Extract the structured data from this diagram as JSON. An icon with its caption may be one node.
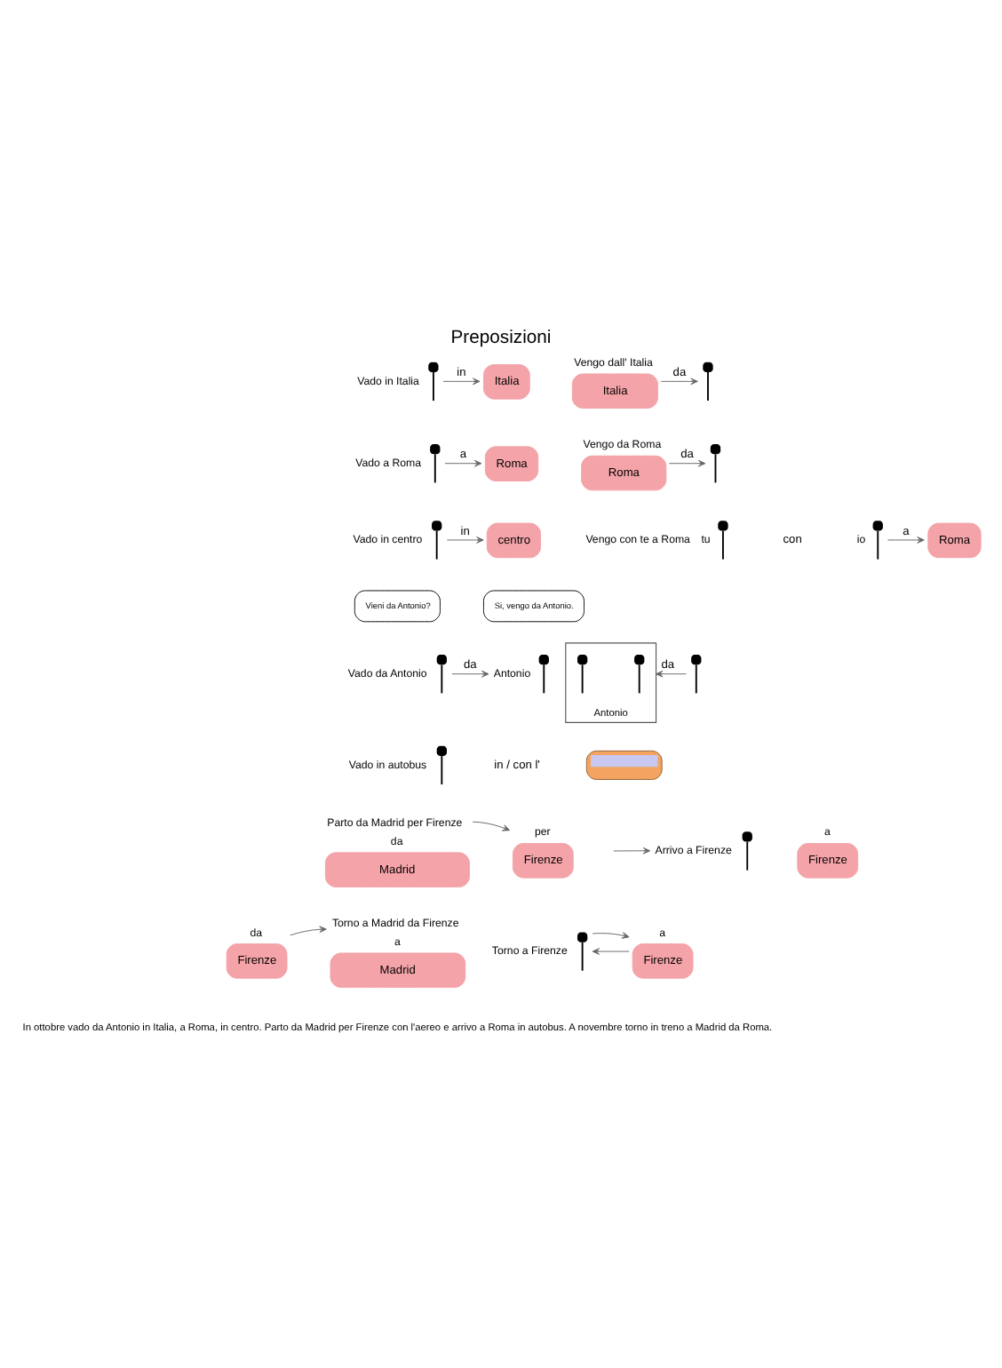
{
  "diagram": {
    "title": "Preposizioni",
    "caption": "In ottobre vado da Antonio in Italia, a Roma, in centro. Parto da Madrid per Firenze con l'aereo e arrivo a Roma in autobus. A novembre torno in treno a Madrid da Roma.",
    "nodes": [
      {
        "text": [],
        "shape": "person",
        "beside": [
          "Vado in Italia"
        ]
      },
      {
        "text": [
          "Italia"
        ]
      },
      {
        "text": [
          "Italia"
        ],
        "beside": [
          "Vengo dall' Italia"
        ]
      },
      {
        "text": [],
        "shape": "person"
      },
      {
        "text": [],
        "shape": "person",
        "beside": [
          "Vado a Roma"
        ]
      },
      {
        "text": [
          "Roma"
        ]
      },
      {
        "text": [
          "Roma"
        ],
        "beside": [
          "Vengo da Roma"
        ]
      },
      {
        "text": [],
        "shape": "person"
      },
      {
        "text": [],
        "shape": "person",
        "beside": [
          "Vado in centro"
        ]
      },
      {
        "text": [
          "centro"
        ]
      },
      {
        "text": [],
        "shape": "person",
        "beside": [
          "Vengo con te a Roma",
          "tu"
        ]
      },
      {
        "text": [],
        "shape": "person",
        "beside": [
          "io"
        ]
      },
      {
        "text": [
          "Roma"
        ]
      },
      {
        "text": [],
        "shape": "person",
        "beside": [
          "Vado da Antonio"
        ]
      },
      {
        "text": [],
        "shape": "person",
        "beside": [
          "Antonio"
        ]
      },
      {
        "text": [],
        "shape": "house",
        "beside": [
          "Antonio"
        ]
      },
      {
        "text": [],
        "shape": "person",
        "in": 15
      },
      {
        "text": [],
        "shape": "person",
        "in": 15
      },
      {
        "text": [
          "Vieni da Antonio?"
        ]
      },
      {
        "text": [
          "Si, vengo da Antonio."
        ]
      },
      {
        "text": [],
        "shape": "person"
      },
      {
        "text": [],
        "shape": "person",
        "beside": [
          "Vado in autobus"
        ]
      },
      {
        "text": [],
        "shape": "picture"
      },
      {
        "text": [
          "Madrid"
        ],
        "beside": [
          "Parto da Madrid per Firenze",
          "da"
        ]
      },
      {
        "text": [
          "Firenze"
        ],
        "beside": [
          "per"
        ]
      },
      {
        "text": [],
        "shape": "person",
        "beside": [
          "Arrivo a Firenze"
        ]
      },
      {
        "text": [
          "Firenze"
        ],
        "beside": [
          "a"
        ]
      },
      {
        "text": [
          "Madrid"
        ],
        "beside": [
          "Torno a Madrid da Firenze",
          "a"
        ]
      },
      {
        "text": [
          "Firenze"
        ],
        "beside": [
          "da"
        ]
      },
      {
        "text": [],
        "shape": "person",
        "beside": [
          "Torno a Firenze"
        ]
      },
      {
        "text": [
          "Firenze"
        ],
        "beside": [
          "a"
        ]
      }
    ],
    "edges": [
      {
        "from": 0,
        "to": 1,
        "arrow": "to",
        "label": "in"
      },
      {
        "from": 2,
        "to": 3,
        "arrow": "to",
        "label": "da"
      },
      {
        "from": 4,
        "to": 5,
        "arrow": "to",
        "label": "a"
      },
      {
        "from": 6,
        "to": 7,
        "arrow": "to",
        "label": "da"
      },
      {
        "from": 8,
        "to": 9,
        "arrow": "to",
        "label": "in"
      },
      {
        "from": 11,
        "to": 12,
        "arrow": "to",
        "label": "a"
      },
      {
        "from": 13,
        "to": 14,
        "arrow": "to",
        "label": "da"
      },
      {
        "from": 20,
        "to": 15,
        "arrow": "to",
        "label": "da"
      },
      {
        "from": 23,
        "to": 24,
        "arrow": "to"
      },
      {
        "from": null,
        "to": 25,
        "arrow": "to"
      },
      {
        "from": 28,
        "to": 27,
        "arrow": "to"
      },
      {
        "from": 30,
        "to": 29,
        "arrow": "to"
      },
      {
        "from": 29,
        "to": 30,
        "arrow": "to"
      }
    ],
    "labels": [
      "con",
      "in / con l'"
    ]
  }
}
